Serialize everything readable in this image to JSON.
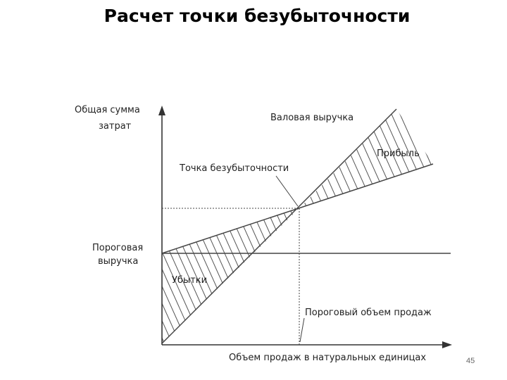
{
  "title": "Расчет точки безубыточности",
  "page_number": "45",
  "labels": {
    "y_axis_line1": "Общая сумма",
    "y_axis_line2": "затрат",
    "gross_revenue": "Валовая выручка",
    "profit": "Прибыль",
    "breakeven_point": "Точка безубыточности",
    "threshold_revenue_line1": "Пороговая",
    "threshold_revenue_line2": "выручка",
    "losses": "Убытки",
    "threshold_volume": "Пороговый объем продаж",
    "x_axis": "Объем продаж в натуральных единицах"
  },
  "colors": {
    "line": "#444444",
    "hatch": "#555555",
    "text": "#222222"
  }
}
